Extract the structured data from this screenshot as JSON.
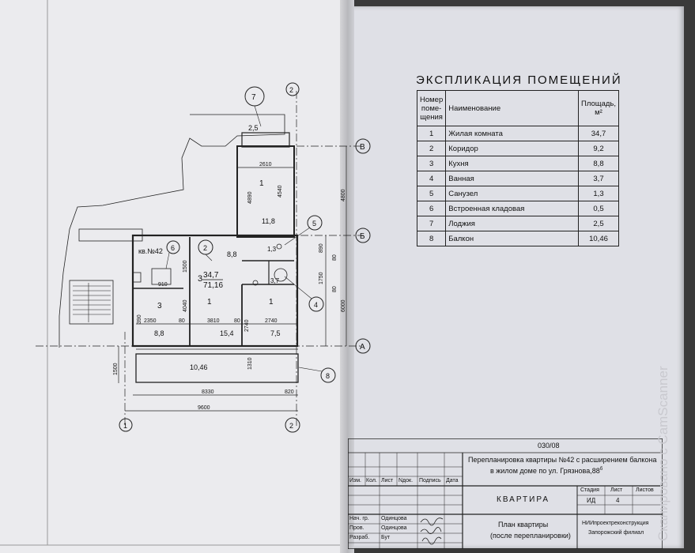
{
  "explication": {
    "title": "ЭКСПЛИКАЦИЯ ПОМЕЩЕНИЙ",
    "headers": {
      "num": [
        "Номер",
        "поме-",
        "щения"
      ],
      "name": "Наименование",
      "area": [
        "Площадь,",
        "м²"
      ]
    },
    "rows": [
      {
        "n": "1",
        "name": "Жилая комната",
        "area": "34,7"
      },
      {
        "n": "2",
        "name": "Коридор",
        "area": "9,2"
      },
      {
        "n": "3",
        "name": "Кухня",
        "area": "8,8"
      },
      {
        "n": "4",
        "name": "Ванная",
        "area": "3,7"
      },
      {
        "n": "5",
        "name": "Санузел",
        "area": "1,3"
      },
      {
        "n": "6",
        "name": "Встроенная кладовая",
        "area": "0,5"
      },
      {
        "n": "7",
        "name": "Лоджия",
        "area": "2,5"
      },
      {
        "n": "8",
        "name": "Балкон",
        "area": "10,46"
      }
    ]
  },
  "title_block": {
    "code": "030/08",
    "project_line1": "Перепланировка квартиры №42 с расширением балкона",
    "project_line2": "в жилом доме по ул. Грязнова,88",
    "project_sup": "б",
    "col_headers": [
      "Изм.",
      "Кол.",
      "Лист",
      "Nдок.",
      "Подпись",
      "Дата"
    ],
    "object": "КВАРТИРА",
    "stage_label": "Стадия",
    "sheet_label": "Лист",
    "sheets_label": "Листов",
    "stage": "ИД",
    "sheet": "4",
    "sheet_title1": "План квартиры",
    "sheet_title2": "(после перепланировки)",
    "org1": "НИИпроектреконструкция",
    "org2": "Запорожский филиал",
    "roles": [
      {
        "role": "Нач. гр.",
        "name": "Одинцова"
      },
      {
        "role": "Пров.",
        "name": "Одинцова"
      },
      {
        "role": "Разраб.",
        "name": "Бут"
      }
    ]
  },
  "plan": {
    "apartment_label": "кв.№42",
    "axis_letters": [
      "В",
      "Б",
      "А"
    ],
    "axis_numbers": [
      "1",
      "2"
    ],
    "callouts": [
      "7",
      "6",
      "2",
      "5",
      "4",
      "8"
    ],
    "center_room": {
      "number": "3",
      "area": "34,7",
      "total": "71,16"
    },
    "room_numbers": [
      "1",
      "1",
      "1",
      "3",
      "1"
    ],
    "areas": [
      "2,5",
      "11,8",
      "8,8",
      "1,3",
      "3,7",
      "8,8",
      "15,4",
      "7,5",
      "10,46"
    ],
    "dimensions": [
      "2610",
      "4890",
      "4540",
      "4800",
      "6000",
      "890",
      "80",
      "1750",
      "80",
      "1500",
      "4040",
      "910",
      "2350",
      "80",
      "3810",
      "80",
      "2740",
      "2740",
      "390",
      "1500",
      "1310",
      "8330",
      "820",
      "9600"
    ]
  },
  "watermark": "Сканировано с CamScanner"
}
